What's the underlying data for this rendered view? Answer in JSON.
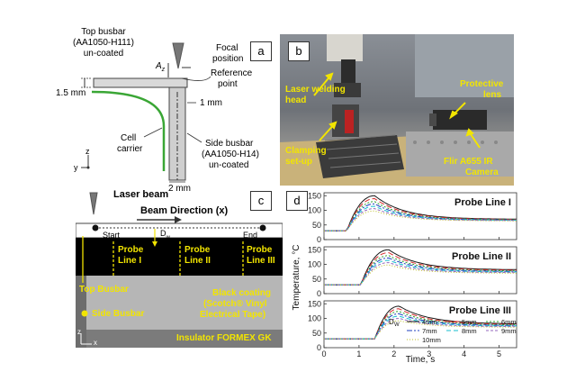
{
  "panels": {
    "a": {
      "tag": "a",
      "top_busbar_label": "Top busbar",
      "top_busbar_material": "(AA1050-H111)",
      "top_busbar_coating": "un-coated",
      "az_label": "A",
      "az_sub": "z",
      "focal_label": "Focal",
      "focal_label2": "position",
      "reference_label": "Reference",
      "reference_label2": "point",
      "dim_1_5mm": "1.5 mm",
      "dim_1mm": "1 mm",
      "cell_carrier_label": "Cell",
      "cell_carrier_label2": "carrier",
      "side_busbar_label": "Side busbar",
      "side_busbar_material": "(AA1050-H14)",
      "side_busbar_coating": "un-coated",
      "dim_2mm": "2 mm",
      "axis_z": "z",
      "axis_y": "y"
    },
    "b": {
      "tag": "b",
      "laser_head_label": "Laser welding",
      "laser_head_label2": "head",
      "protective_label": "Protective",
      "protective_label2": "lens",
      "clamping_label": "Clamping",
      "clamping_label2": "set-up",
      "camera_label": "Flir A655 IR",
      "camera_label2": "Camera"
    },
    "c": {
      "tag": "c",
      "laser_beam_label": "Laser beam",
      "beam_direction_label": "Beam Direction (x)",
      "start_label": "Start",
      "end_label": "End",
      "dw_label": "D",
      "dw_sub": "w",
      "probe_lines": [
        "Probe Line I",
        "Probe Line II",
        "Probe Line III"
      ],
      "top_busbar_label": "Top Busbar",
      "side_busbar_label": "Side Busbar",
      "coating_label": "Black coating",
      "coating_label2": "(Scotch® Vinyl",
      "coating_label3": "Electrical Tape)",
      "insulator_label": "Insulator FORMEX GK",
      "axis_z": "z",
      "axis_x": "x"
    },
    "d": {
      "tag": "d"
    }
  },
  "chart_data": {
    "type": "line",
    "ylabel": "Temperature, °C",
    "xlabel": "Time, s",
    "xlim": [
      0,
      5.5
    ],
    "xticks": [
      0,
      1,
      2,
      3,
      4,
      5
    ],
    "ylim": [
      0,
      160
    ],
    "yticks": [
      0,
      50,
      100,
      150
    ],
    "legend_title": "D",
    "legend_title_sub": "W",
    "legend_position": "bottom-right of third subplot",
    "series_legend": [
      {
        "name": "4mm",
        "color": "#1a1a1a",
        "dash": ""
      },
      {
        "name": "5mm",
        "color": "#d62728",
        "dash": "6,3"
      },
      {
        "name": "6mm",
        "color": "#2ca02c",
        "dash": "2,2"
      },
      {
        "name": "7mm",
        "color": "#1f3fbf",
        "dash": "6,2,2,2"
      },
      {
        "name": "8mm",
        "color": "#17becf",
        "dash": "5,3"
      },
      {
        "name": "9mm",
        "color": "#9467bd",
        "dash": "3,2"
      },
      {
        "name": "10mm",
        "color": "#bcbd22",
        "dash": "1,2"
      }
    ],
    "subplots": [
      {
        "title": "Probe Line I",
        "start": 0.65,
        "peak_time": 1.45,
        "peaks": [
          150,
          140,
          130,
          122,
          114,
          106,
          98
        ],
        "end_values": [
          70,
          69,
          68,
          67,
          66,
          65,
          64
        ]
      },
      {
        "title": "Probe Line II",
        "start": 1.05,
        "peak_time": 1.85,
        "peaks": [
          150,
          140,
          130,
          122,
          114,
          106,
          98
        ],
        "end_values": [
          82,
          80,
          78,
          76,
          74,
          72,
          70
        ]
      },
      {
        "title": "Probe Line III",
        "start": 1.45,
        "peak_time": 2.15,
        "peaks": [
          142,
          133,
          124,
          116,
          108,
          100,
          92
        ],
        "end_values": [
          82,
          80,
          78,
          76,
          74,
          72,
          70
        ]
      }
    ],
    "baseline": 30
  }
}
